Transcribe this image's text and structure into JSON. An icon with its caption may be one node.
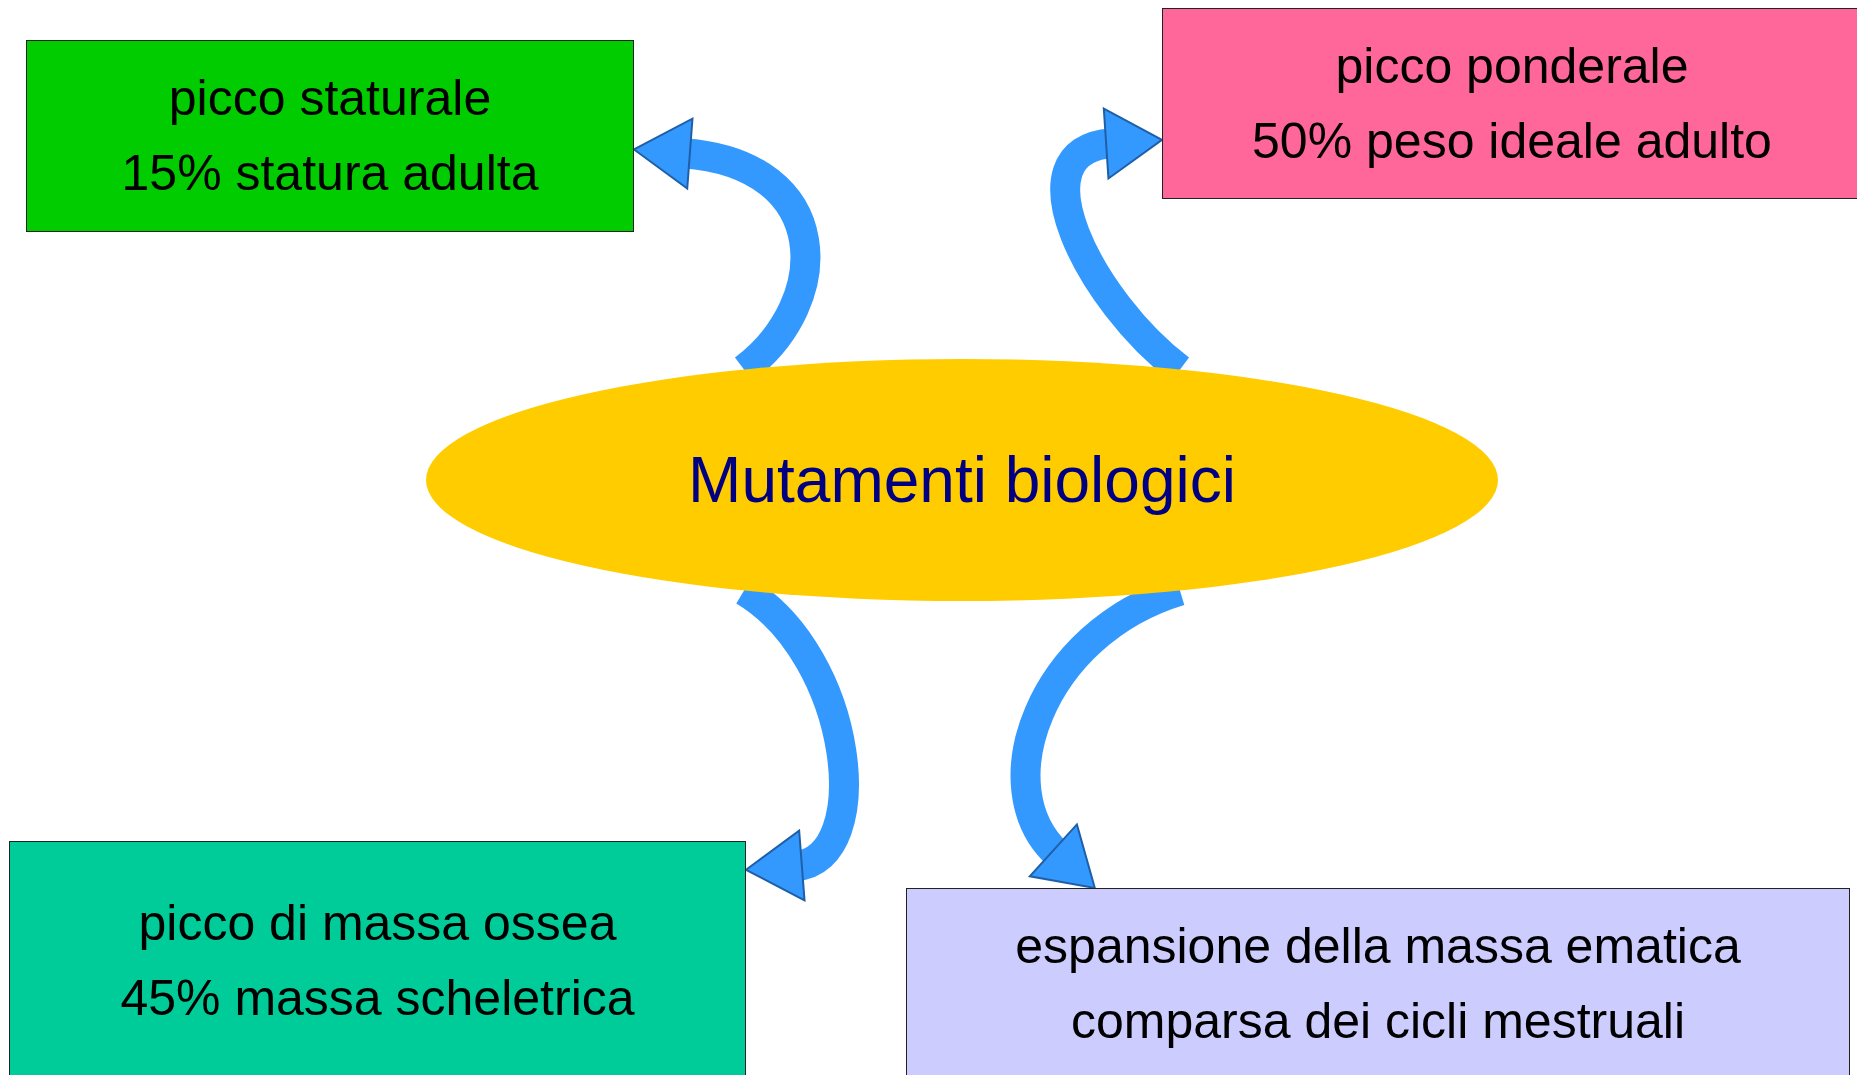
{
  "diagram": {
    "nodes": [
      {
        "text": [
          "picco staturale",
          "15% statura adulta"
        ]
      },
      {
        "text": [
          "picco ponderale",
          "50% peso ideale adulto"
        ]
      },
      {
        "text": [
          "Mutamenti biologici"
        ]
      },
      {
        "text": [
          "picco di massa ossea",
          "45% massa scheletrica"
        ]
      },
      {
        "text": [
          "espansione della massa ematica",
          "comparsa dei cicli mestruali"
        ]
      }
    ],
    "edges": [
      {
        "from": 2,
        "to": 0,
        "arrow": "to"
      },
      {
        "from": 2,
        "to": 1,
        "arrow": "to"
      },
      {
        "from": 2,
        "to": 3,
        "arrow": "to"
      },
      {
        "from": 2,
        "to": 4,
        "arrow": "to"
      }
    ]
  }
}
